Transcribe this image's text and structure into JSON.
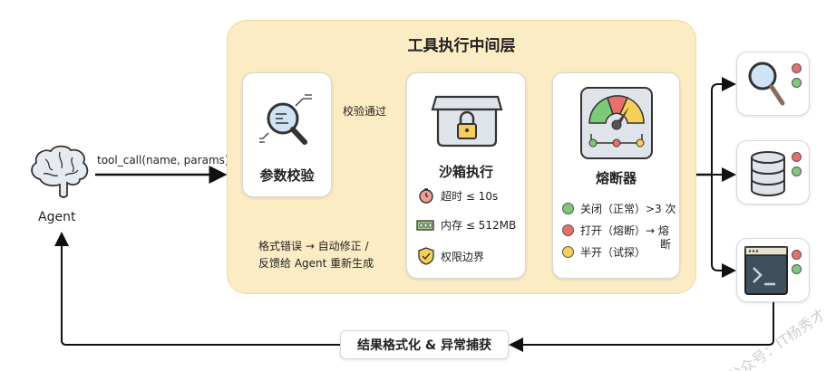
{
  "agent": {
    "label": "Agent",
    "icon": "brain-icon"
  },
  "call_label": "tool_call(name, params)",
  "middleware": {
    "title": "工具执行中间层",
    "validate": {
      "title": "参数校验",
      "icon": "magnifier-doc-icon"
    },
    "pass_label": "校验通过",
    "error_label_line1": "格式错误 → 自动修正 /",
    "error_label_line2": "反馈给 Agent 重新生成",
    "sandbox": {
      "title": "沙箱执行",
      "icon": "locked-box-icon",
      "items": [
        {
          "icon": "stopwatch-icon",
          "label": "超时 ≤ 10s"
        },
        {
          "icon": "memory-chip-icon",
          "label": "内存 ≤ 512MB"
        },
        {
          "icon": "shield-check-icon",
          "label": "权限边界"
        }
      ]
    },
    "breaker": {
      "title": "熔断器",
      "icon": "gauge-icon",
      "states": [
        {
          "color": "#7cc97a",
          "label": "关闭（正常）>3 次"
        },
        {
          "color": "#e8706c",
          "label": "打开（熔断）→ 熔"
        },
        {
          "color": "#f5cf58",
          "label": "半开（试探）"
        }
      ],
      "wrap_text": "断"
    }
  },
  "tools": [
    {
      "icon": "search-icon"
    },
    {
      "icon": "database-icon"
    },
    {
      "icon": "terminal-icon"
    }
  ],
  "return_label": "结果格式化 & 异常捕获",
  "watermark": "公众号：IT杨秀才",
  "colors": {
    "panel": "#fcecc4",
    "green_arrow": "#6dbb4f",
    "orange_arrow": "#ee9a3a",
    "red": "#e8706c",
    "green": "#7cc97a",
    "yellow": "#f5cf58"
  }
}
